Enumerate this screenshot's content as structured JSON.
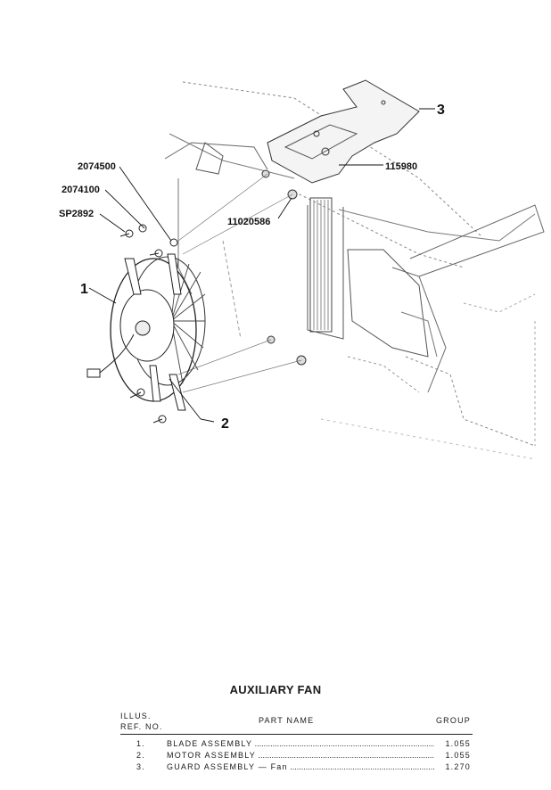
{
  "illustration": {
    "callouts": {
      "item1": "1",
      "item2": "2",
      "item3": "3",
      "part_2074500": "2074500",
      "part_2074100": "2074100",
      "part_SP2892": "SP2892",
      "part_11020586": "11020586",
      "part_115980": "115980"
    }
  },
  "title": "AUXILIARY FAN",
  "table": {
    "headers": {
      "illus_line1": "ILLUS.",
      "illus_line2": "REF. NO.",
      "part_name": "PART NAME",
      "group": "GROUP"
    },
    "rows": [
      {
        "ref": "1.",
        "name": "BLADE ASSEMBLY",
        "group": "1.055"
      },
      {
        "ref": "2.",
        "name": "MOTOR ASSEMBLY",
        "group": "1.055"
      },
      {
        "ref": "3.",
        "name": "GUARD ASSEMBLY — Fan",
        "group": "1.270"
      }
    ]
  }
}
